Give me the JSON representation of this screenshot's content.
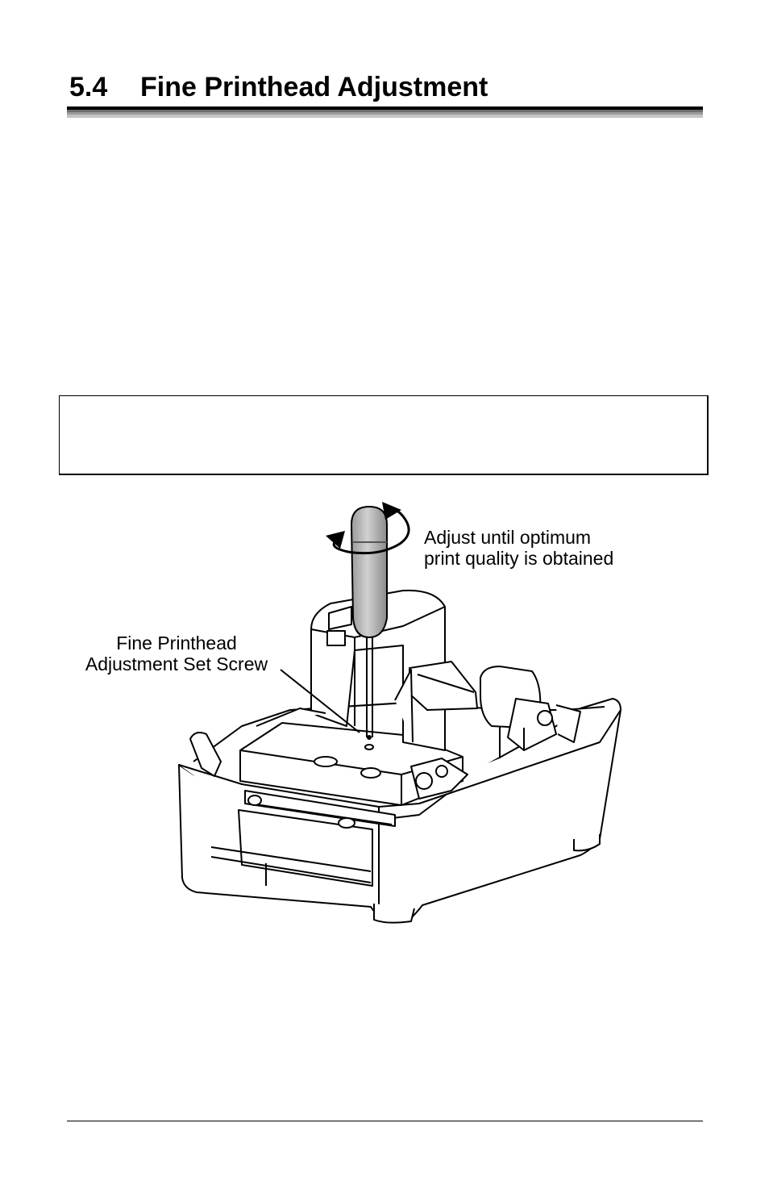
{
  "section": {
    "number": "5.4",
    "title": "Fine Printhead Adjustment"
  },
  "figure": {
    "callout_adjust": {
      "line1": "Adjust until optimum",
      "line2": "print quality is obtained"
    },
    "callout_screw": {
      "line1": "Fine Printhead",
      "line2": "Adjustment Set Screw"
    }
  }
}
